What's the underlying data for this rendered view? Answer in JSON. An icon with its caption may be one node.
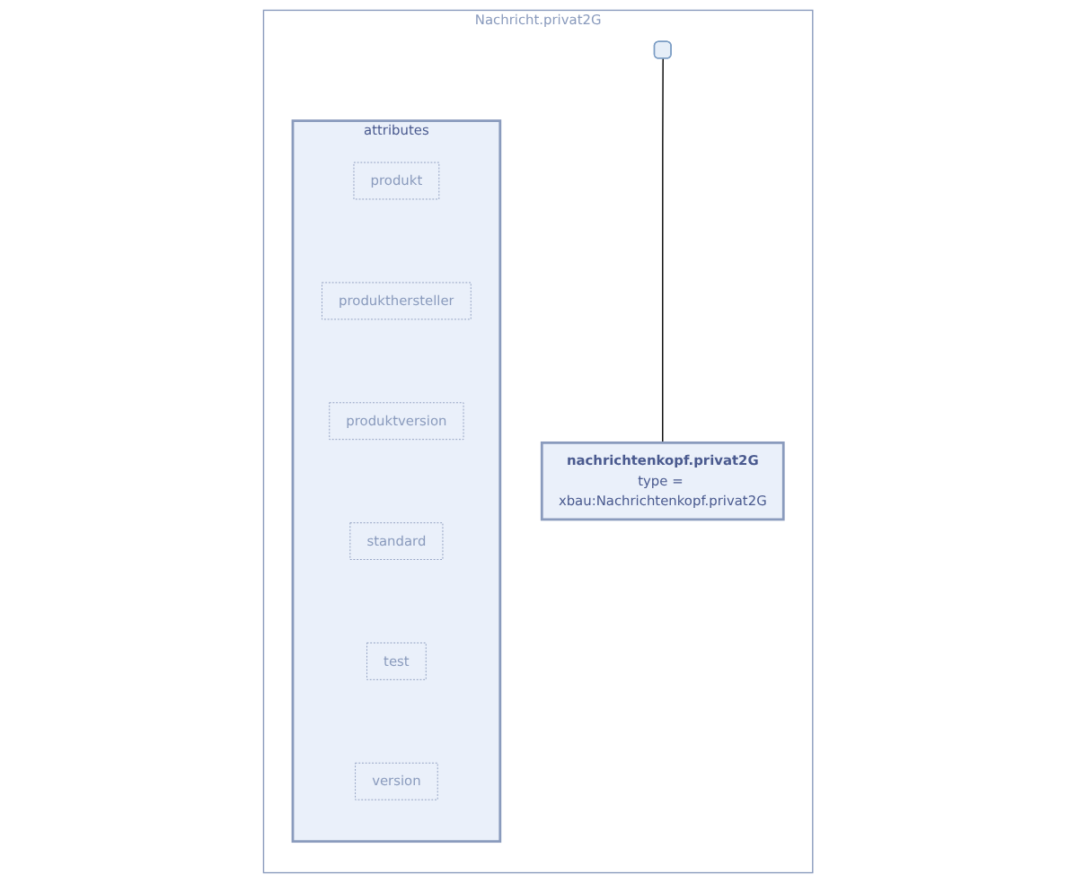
{
  "diagram": {
    "nodes": [
      {
        "text": [
          "Nachricht.privat2G"
        ]
      },
      {
        "text": [
          "attributes"
        ],
        "in": 0
      },
      {
        "text": [
          "produkt"
        ],
        "in": 1
      },
      {
        "text": [
          "produkthersteller"
        ],
        "in": 1
      },
      {
        "text": [
          "produktversion"
        ],
        "in": 1
      },
      {
        "text": [
          "standard"
        ],
        "in": 1
      },
      {
        "text": [
          "test"
        ],
        "in": 1
      },
      {
        "text": [
          "version"
        ],
        "in": 1
      },
      {
        "text": [],
        "shape": "box",
        "in": 0
      },
      {
        "text": [
          "nachrichtenkopf.privat2G",
          "type = xbau:Nachrichtenkopf.privat2G"
        ],
        "in": 0
      }
    ],
    "edges": [
      {
        "from": 8,
        "to": 9,
        "arrow": "none"
      }
    ]
  }
}
